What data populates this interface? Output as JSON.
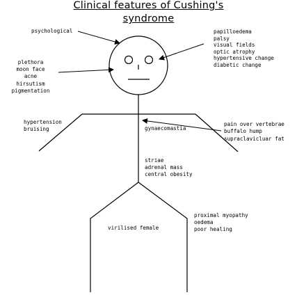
{
  "title": {
    "line1": "Clinical features of Cushing's",
    "line2": "syndrome"
  },
  "labels": {
    "psychological": "psychological",
    "eyes": [
      "papilloedema",
      "palsy",
      "visual fields",
      "optic atrophy",
      "hypertensive change",
      "diabetic change"
    ],
    "face": [
      "plethora",
      "moon face",
      "acne",
      "hirsutism",
      "pigmentation"
    ],
    "neck": [
      "pain over vertebrae",
      "buffalo hump",
      "supraclavicluar fat"
    ],
    "arms": [
      "hypertension",
      "bruising"
    ],
    "chest": "gynaecomastia",
    "abdomen": [
      "striae",
      "adrenal mass",
      "central obesity"
    ],
    "legs_inner": "virilised female",
    "legs_outer": [
      "proximal myopathy",
      "oedema",
      "poor healing"
    ]
  }
}
